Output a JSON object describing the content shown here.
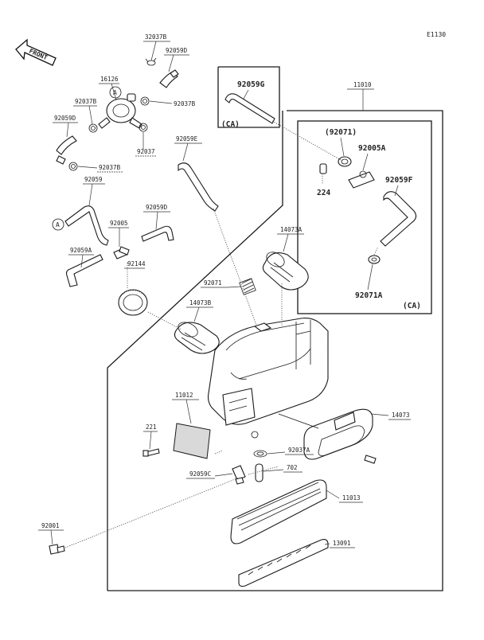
{
  "diagram": {
    "reference_code": "E1130",
    "front_arrow_label": "FRONT",
    "group_label_ca_left": "(CA)",
    "group_label_ca_right": "(CA)",
    "callout_a": "A",
    "labels": {
      "p32037b": "32037B",
      "p92059d_top": "92059D",
      "p16126": "16126",
      "p92037b_left": "92037B",
      "p92037b_right": "92037B",
      "p92059d_left": "92059D",
      "p92037_lower": "92037",
      "p92037b_mid": "92037B",
      "p92059e": "92059E",
      "p92059_hose": "92059",
      "p92005": "92005",
      "p92059d_mid": "92059D",
      "p92059a": "92059A",
      "p92144": "92144",
      "p92071_spring": "92071",
      "p14073a": "14073A",
      "p14073b": "14073B",
      "p11012": "11012",
      "p221": "221",
      "p92037a": "92037A",
      "p702": "702",
      "p92059c": "92059C",
      "p14073": "14073",
      "p11013": "11013",
      "p13091": "13091",
      "p92001": "92001",
      "p11010": "11010",
      "p92059g": "92059G",
      "p92071_paren": "(92071)",
      "p92005a": "92005A",
      "p224": "224",
      "p92059f": "92059F",
      "p92071a": "92071A"
    }
  }
}
